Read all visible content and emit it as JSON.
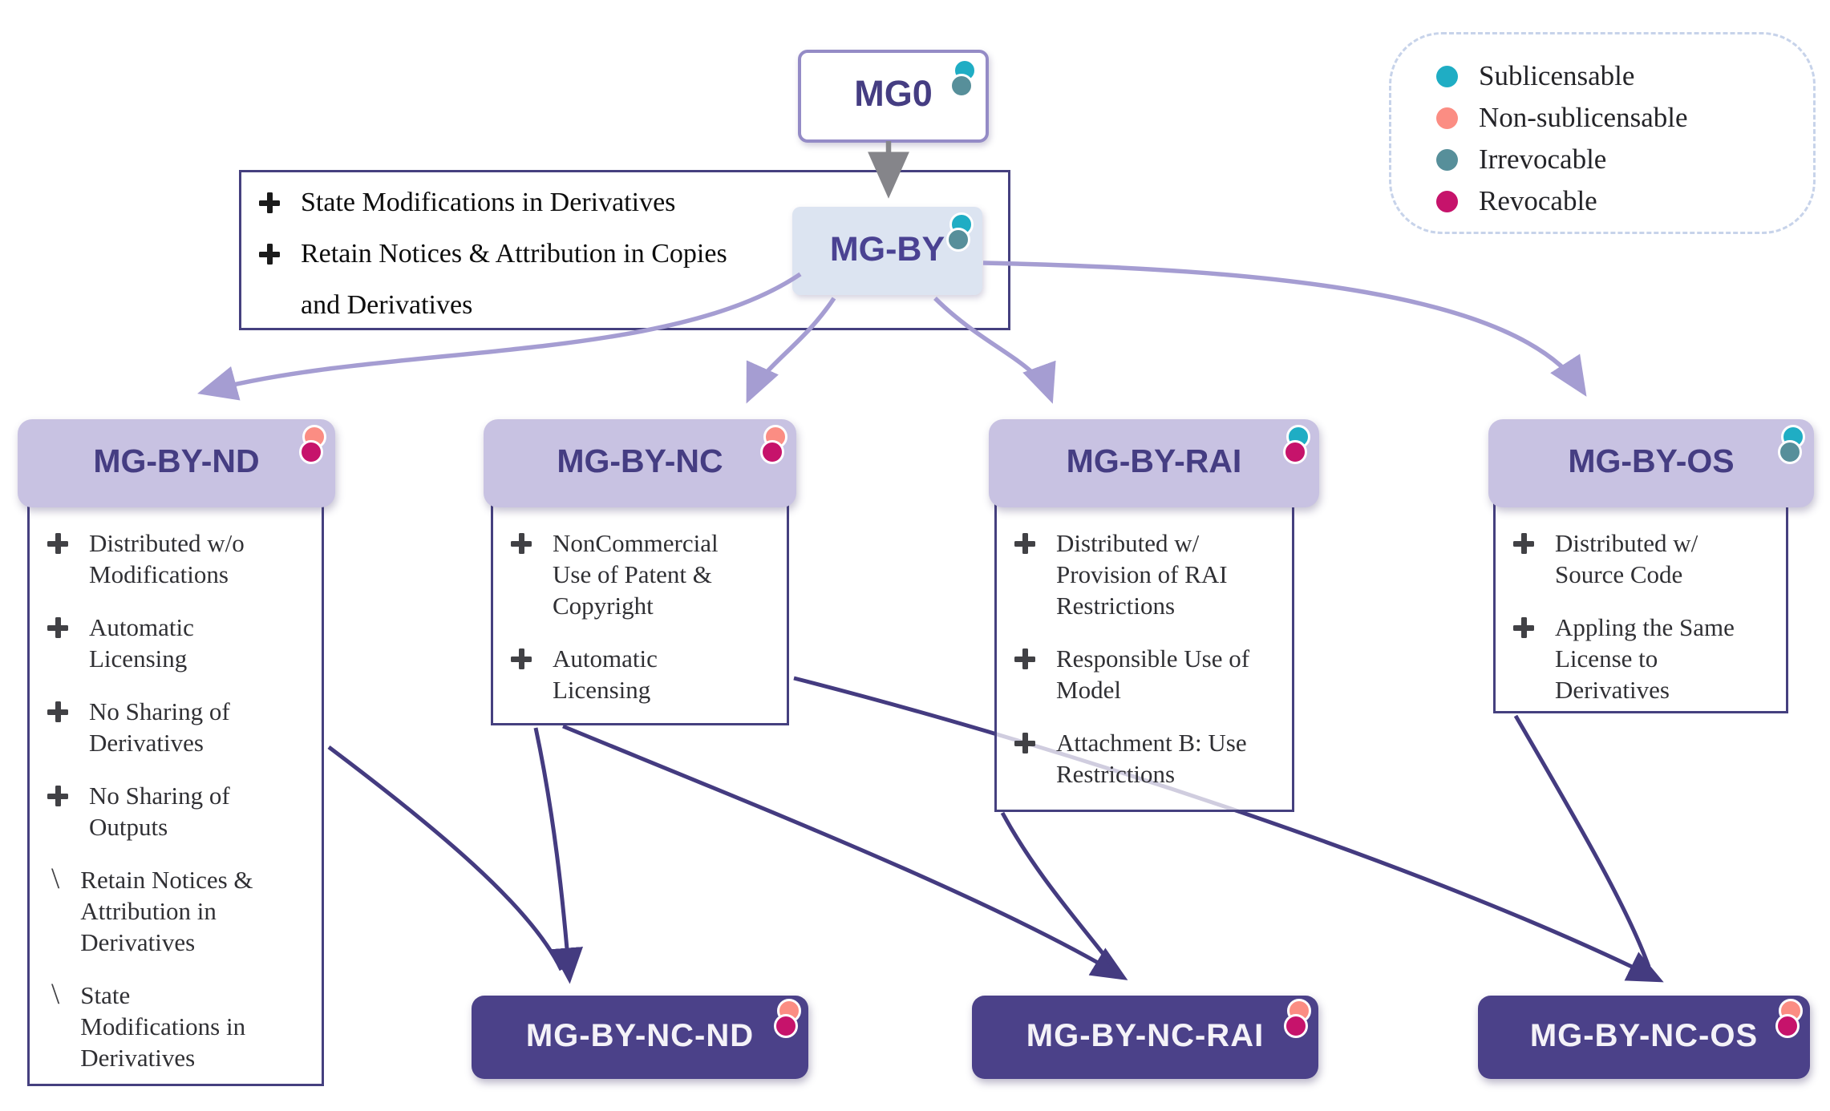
{
  "colors": {
    "sublicensable": "#1fadc4",
    "non_sublicensable": "#fb8d83",
    "irrevocable": "#578f9a",
    "revocable": "#c6136b"
  },
  "legend": {
    "items": [
      {
        "label": "Sublicensable",
        "dot": "sublicensable"
      },
      {
        "label": "Non-sublicensable",
        "dot": "non_sublicensable"
      },
      {
        "label": "Irrevocable",
        "dot": "irrevocable"
      },
      {
        "label": "Revocable",
        "dot": "revocable"
      }
    ]
  },
  "root": {
    "title": "MG0",
    "dots": [
      "sublicensable",
      "irrevocable"
    ]
  },
  "by": {
    "title": "MG-BY",
    "dots": [
      "sublicensable",
      "irrevocable"
    ],
    "annotations": [
      {
        "bullet": "plus",
        "text": "State Modifications in Derivatives"
      },
      {
        "bullet": "plus",
        "text": "Retain Notices & Attribution in Copies and Derivatives"
      }
    ]
  },
  "level2": {
    "nd": {
      "title": "MG-BY-ND",
      "dots": [
        "non_sublicensable",
        "revocable"
      ],
      "items": [
        {
          "bullet": "plus",
          "text": "Distributed w/o Modifications"
        },
        {
          "bullet": "plus",
          "text": "Automatic Licensing"
        },
        {
          "bullet": "plus",
          "text": "No Sharing of Derivatives"
        },
        {
          "bullet": "plus",
          "text": "No Sharing of Outputs"
        },
        {
          "bullet": "slash",
          "text": "Retain Notices & Attribution in Derivatives"
        },
        {
          "bullet": "slash",
          "text": "State Modifications in Derivatives"
        }
      ]
    },
    "nc": {
      "title": "MG-BY-NC",
      "dots": [
        "non_sublicensable",
        "revocable"
      ],
      "items": [
        {
          "bullet": "plus",
          "text": "NonCommercial Use of Patent & Copyright"
        },
        {
          "bullet": "plus",
          "text": "Automatic Licensing"
        }
      ]
    },
    "rai": {
      "title": "MG-BY-RAI",
      "dots": [
        "sublicensable",
        "revocable"
      ],
      "items": [
        {
          "bullet": "plus",
          "text": "Distributed w/ Provision of RAI Restrictions"
        },
        {
          "bullet": "plus",
          "text": "Responsible Use of Model"
        },
        {
          "bullet": "plus",
          "text": "Attachment B: Use Restrictions"
        }
      ]
    },
    "os": {
      "title": "MG-BY-OS",
      "dots": [
        "sublicensable",
        "irrevocable"
      ],
      "items": [
        {
          "bullet": "plus",
          "text": "Distributed w/ Source Code"
        },
        {
          "bullet": "plus",
          "text": "Appling the Same License to Derivatives"
        }
      ]
    }
  },
  "level3": {
    "nc_nd": {
      "title": "MG-BY-NC-ND",
      "dots": [
        "non_sublicensable",
        "revocable"
      ]
    },
    "nc_rai": {
      "title": "MG-BY-NC-RAI",
      "dots": [
        "non_sublicensable",
        "revocable"
      ]
    },
    "nc_os": {
      "title": "MG-BY-NC-OS",
      "dots": [
        "non_sublicensable",
        "revocable"
      ]
    }
  }
}
